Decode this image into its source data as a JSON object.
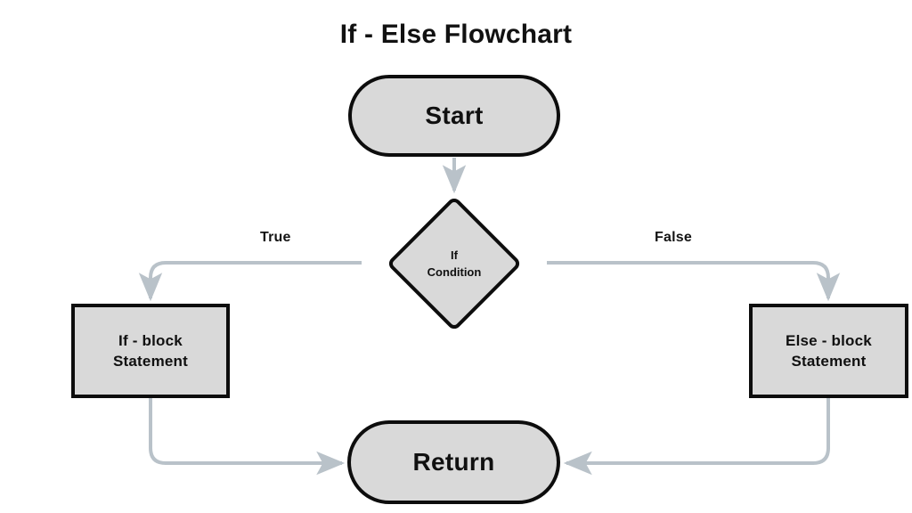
{
  "page": {
    "title": "If - Else Flowchart",
    "background_color": "#ffffff"
  },
  "theme": {
    "node_fill": "#d9d9d9",
    "node_border": "#0d0d0d",
    "connector_color": "#b9c2c9",
    "text_color": "#101010",
    "title_color": "#111111"
  },
  "nodes": {
    "start": {
      "label": "Start",
      "shape": "terminal-rounded"
    },
    "condition": {
      "label_line1": "If",
      "label_line2": "Condition",
      "shape": "decision-diamond"
    },
    "if_block": {
      "label_line1": "If - block",
      "label_line2": "Statement",
      "shape": "process-rectangle"
    },
    "else_block": {
      "label_line1": "Else - block",
      "label_line2": "Statement",
      "shape": "process-rectangle"
    },
    "return": {
      "label": "Return",
      "shape": "terminal-rounded"
    }
  },
  "edges": {
    "true_label": "True",
    "false_label": "False"
  },
  "chart_data": {
    "type": "flowchart",
    "title": "If - Else Flowchart",
    "nodes": [
      {
        "id": "start",
        "text": "Start",
        "shape": "stadium"
      },
      {
        "id": "condition",
        "text": "If Condition",
        "shape": "diamond"
      },
      {
        "id": "if_block",
        "text": "If - block Statement",
        "shape": "rectangle"
      },
      {
        "id": "else_block",
        "text": "Else - block Statement",
        "shape": "rectangle"
      },
      {
        "id": "return",
        "text": "Return",
        "shape": "stadium"
      }
    ],
    "edges": [
      {
        "from": "start",
        "to": "condition",
        "label": ""
      },
      {
        "from": "condition",
        "to": "if_block",
        "label": "True"
      },
      {
        "from": "condition",
        "to": "else_block",
        "label": "False"
      },
      {
        "from": "if_block",
        "to": "return",
        "label": ""
      },
      {
        "from": "else_block",
        "to": "return",
        "label": ""
      }
    ]
  }
}
